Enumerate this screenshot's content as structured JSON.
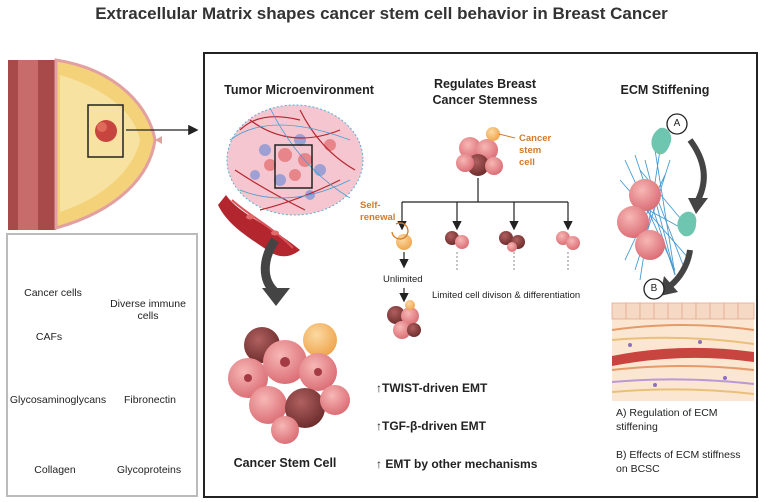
{
  "title": "Extracellular Matrix shapes cancer stem cell behavior in Breast Cancer",
  "legend": {
    "cancer_cells": "Cancer cells",
    "immune_cells": "Diverse immune cells",
    "cafs": "CAFs",
    "gags": "Glycosaminoglycans",
    "fibronectin": "Fibronectin",
    "collagen": "Collagen",
    "glycoproteins": "Glycoproteins"
  },
  "tumor": {
    "heading": "Tumor Microenvironment",
    "bottom_label": "Cancer Stem Cell"
  },
  "stemness": {
    "heading": "Regulates Breast Cancer Stemness",
    "csc_label": "Cancer stem cell",
    "self_renewal": "Self-renewal",
    "unlimited": "Unlimited",
    "limited": "Limited cell divison & differentiation"
  },
  "emt": {
    "twist": "TWIST-driven EMT",
    "tgf": "TGF-β-driven EMT",
    "other": "EMT by other mechanisms"
  },
  "ecm": {
    "heading": "ECM Stiffening",
    "marker_a": "A",
    "marker_b": "B",
    "note_a": "A) Regulation of ECM stiffening",
    "note_b": "B) Effects of ECM stiffness on BCSC"
  },
  "colors": {
    "cancer_cell": "#e8858a",
    "cancer_dark": "#8a3b3b",
    "stem_orange": "#f2b45a",
    "accent_orange": "#d27a2a",
    "vessel_red": "#b3262e",
    "collagen_blue": "#5ab0d8",
    "caf_pink": "#e58ab0",
    "teal": "#6fc6b0"
  }
}
